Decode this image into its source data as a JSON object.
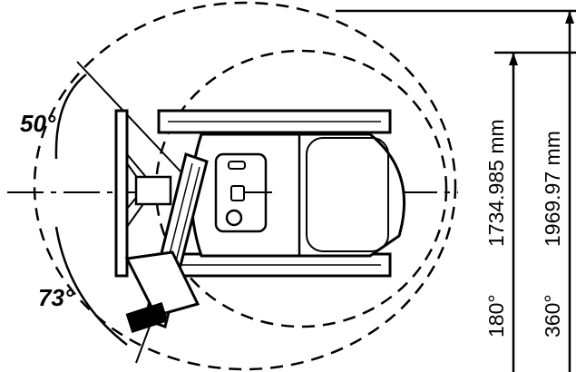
{
  "diagram": {
    "swing_angle_left": "50°",
    "swing_angle_right": "73°",
    "dimension_inner": {
      "value": "1734.985 mm",
      "rotation": "180°"
    },
    "dimension_outer": {
      "value": "1969.97 mm",
      "rotation": "360°"
    }
  }
}
